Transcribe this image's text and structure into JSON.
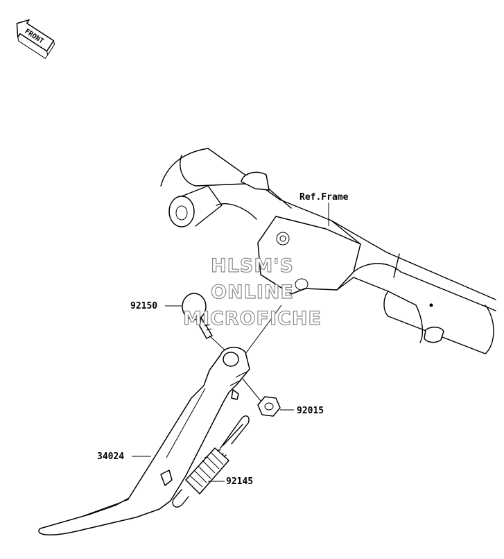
{
  "front_badge": {
    "text": "FRONT"
  },
  "parts": [
    {
      "id": "ref-frame",
      "label": "Ref.Frame"
    },
    {
      "id": "92150",
      "label": "92150"
    },
    {
      "id": "92015",
      "label": "92015"
    },
    {
      "id": "34024",
      "label": "34024"
    },
    {
      "id": "92145",
      "label": "92145"
    }
  ],
  "watermark": {
    "line1": "HLSM'S",
    "line2": "ONLINE",
    "line3": "MICROFICHE"
  }
}
